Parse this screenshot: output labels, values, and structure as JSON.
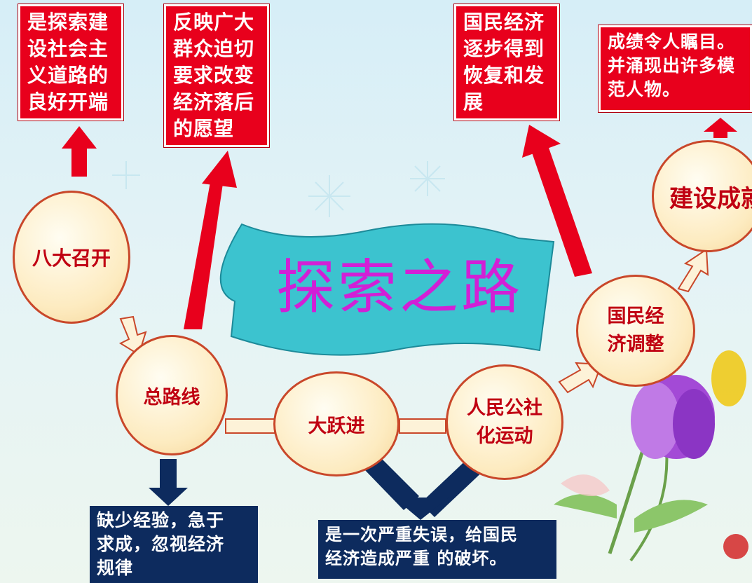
{
  "title": "探索之路",
  "nodes": {
    "bada": "八大召开",
    "zongluxian": "总路线",
    "dayuejin": "大跃进",
    "renmin": "人民公社\n化运动",
    "guomin": "国民经\n济调整",
    "jianshe": "建设成就"
  },
  "outcomes": {
    "bada": "是探索建\n设社会主\n义道路的\n良好开端",
    "zongluxian_pos": "反映广大\n群众迫切\n要求改变\n经济落后\n的愿望",
    "guomin": "国民经济\n逐步得到\n恢复和发\n展",
    "jianshe": "成绩令人瞩目。\n并涌现出许多模\n范人物。",
    "zongluxian_neg": "缺少经验，急于\n求成，忽视经济\n规律",
    "dayuejin_neg": "是一次严重失误，给国民\n经济造成严重 的破坏。"
  },
  "colors": {
    "red_box": "#e8001c",
    "navy_box": "#0d2b5e",
    "title_text": "#d21fd6",
    "banner": "#3cc3cf",
    "circle_border": "#c9472a",
    "circle_text": "#c00012"
  }
}
